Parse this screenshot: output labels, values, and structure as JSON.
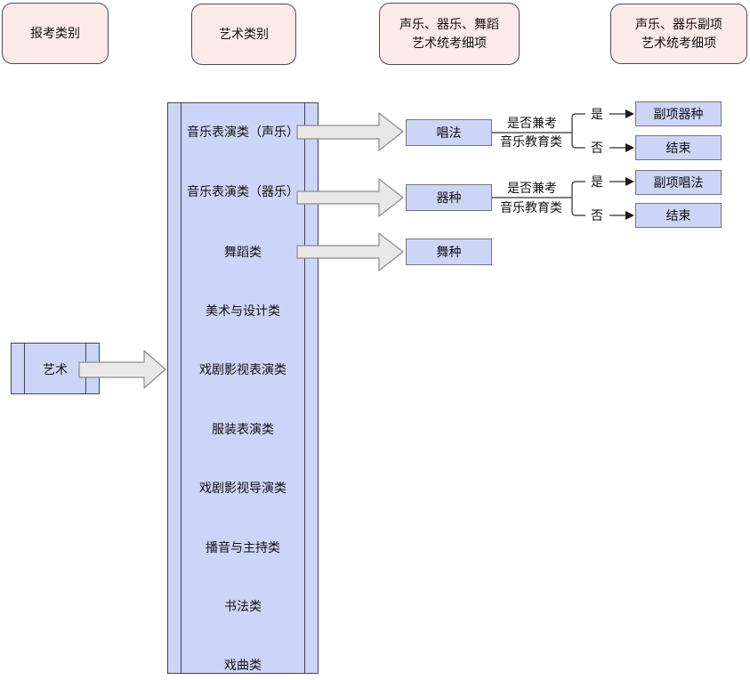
{
  "column_headers": [
    {
      "lines": [
        "报考类别",
        ""
      ]
    },
    {
      "lines": [
        "艺术类别",
        ""
      ]
    },
    {
      "lines": [
        "声乐、器乐、舞蹈",
        "艺术统考细项"
      ]
    },
    {
      "lines": [
        "声乐、器乐副项",
        "艺术统考细项"
      ]
    }
  ],
  "root": {
    "label": "艺术"
  },
  "art_categories": [
    "音乐表演类（声乐）",
    "音乐表演类（器乐）",
    "舞蹈类",
    "美术与设计类",
    "戏剧影视表演类",
    "服装表演类",
    "戏剧影视导演类",
    "播音与主持类",
    "书法类",
    "戏曲类"
  ],
  "detail_boxes": [
    {
      "label": "唱法"
    },
    {
      "label": "器种"
    },
    {
      "label": "舞种"
    }
  ],
  "decisions": [
    {
      "question_line1": "是否兼考",
      "question_line2": "音乐教育类",
      "yes_label": "是",
      "no_label": "否",
      "yes_result": "副项器种",
      "no_result": "结束"
    },
    {
      "question_line1": "是否兼考",
      "question_line2": "音乐教育类",
      "yes_label": "是",
      "no_label": "否",
      "yes_result": "副项唱法",
      "no_result": "结束"
    }
  ],
  "colors": {
    "header_fill": "#fce9e9",
    "header_border": "#4a4a63",
    "box_fill": "#ccd5f7",
    "container_border": "#42425e",
    "small_box_border": "#757575",
    "block_arrow_fill": "#e8e8e8",
    "block_arrow_border": "#8c8c8c",
    "connector_line": "#303030",
    "text": "#111111"
  }
}
